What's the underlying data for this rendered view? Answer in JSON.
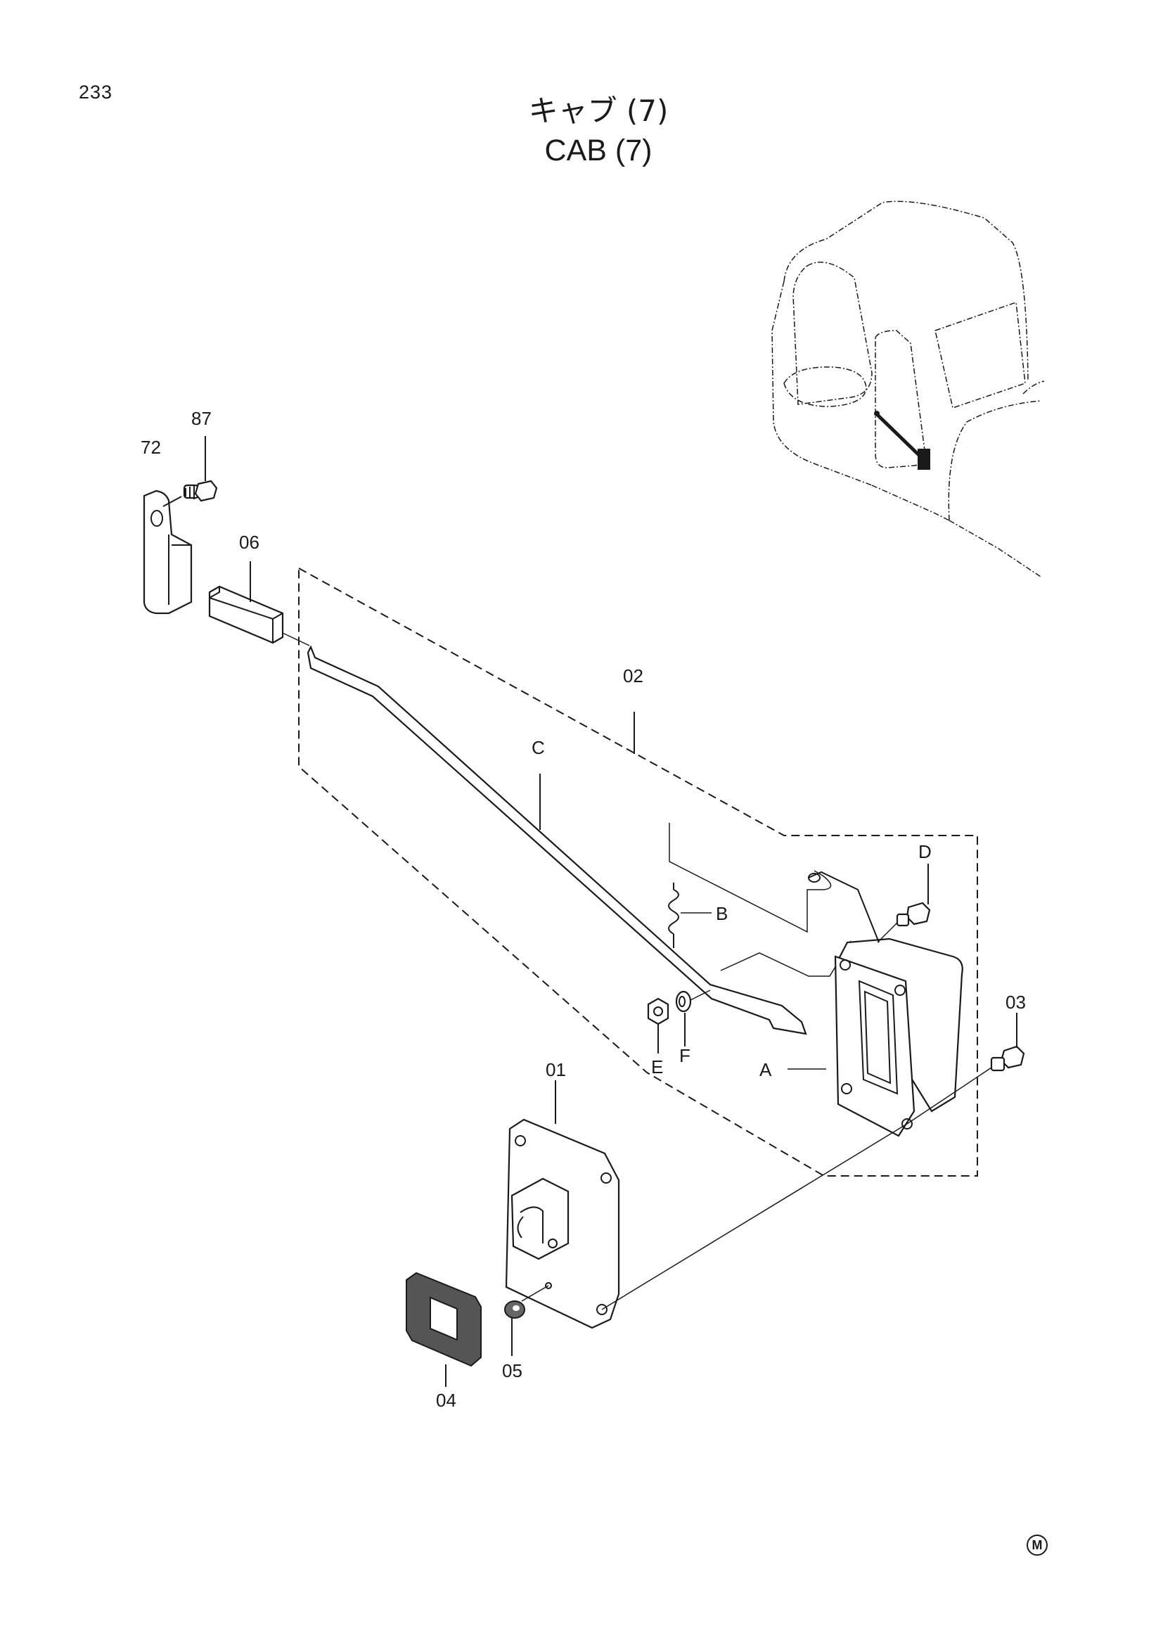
{
  "page": {
    "number": "233"
  },
  "title": {
    "japanese": "キャブ (7)",
    "english": "CAB (7)"
  },
  "callouts": {
    "p72": "72",
    "p87": "87",
    "p06": "06",
    "p02": "02",
    "pC": "C",
    "pD": "D",
    "pB": "B",
    "pE": "E",
    "pF": "F",
    "pA": "A",
    "p03": "03",
    "p01": "01",
    "p04": "04",
    "p05": "05"
  },
  "footer": {
    "mark": "M"
  }
}
